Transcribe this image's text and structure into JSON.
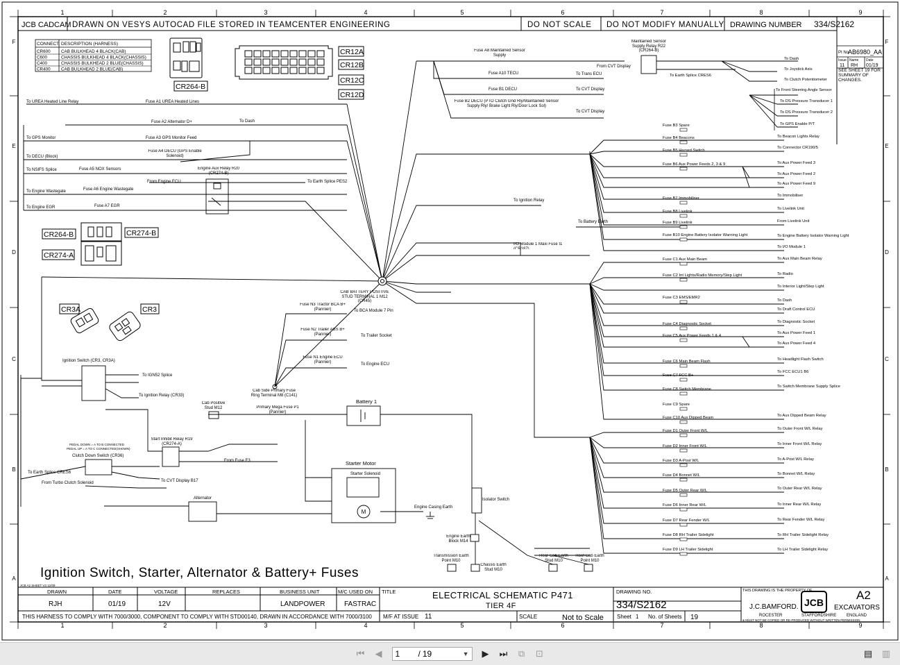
{
  "title_block": {
    "company_cad": "JCB CADCAM",
    "drawn_on": "DRAWN ON VESYS AUTOCAD FILE STORED IN TEAMCENTER ENGINEERING",
    "do_not_scale": "DO NOT SCALE",
    "do_not_modify": "DO NOT MODIFY MANUALLY",
    "drawing_number_label": "DRAWING NUMBER",
    "drawing_number": "334/S2162",
    "sheet_title": "Ignition Switch, Starter, Alternator & Battery+ Fuses",
    "footer_ref": "JCB A2 SHEET V3 12/09",
    "drawn_label": "DRAWN",
    "drawn_value": "RJH",
    "date_label": "DATE",
    "date_value": "01/19",
    "voltage_label": "VOLTAGE",
    "voltage_value": "12V",
    "replaces_label": "REPLACES",
    "business_unit_label": "BUSINESS UNIT",
    "business_unit_value": "LANDPOWER",
    "mc_used_on_label": "M/C USED ON",
    "mc_used_on_value": "FASTRAC",
    "title_label": "TITLE",
    "title_main": "ELECTRICAL SCHEMATIC P471",
    "title_sub": "TIER 4F",
    "drawing_no_label": "DRAWING NO.",
    "drawing_no_value": "334/S2162",
    "compliance": "THIS HARNESS TO COMPLY WITH 7000/3000, COMPONENT TO COMPLY WITH STD00140, DRAWN IN ACCORDANCE WITH 7000/3100",
    "mf_issue_label": "M/F AT ISSUE",
    "mf_issue_value": "11",
    "scale_label": "SCALE",
    "scale_value": "Not to Scale",
    "sheet_label": "Sheet",
    "sheet_value": "1",
    "sheets_label": "No. of Sheets",
    "sheets_value": "19",
    "property_of": "THIS DRAWING IS THE PROPERTY OF",
    "company": "J.C.BAMFORD.",
    "logo": "JCB",
    "paper_size": "A2",
    "division": "EXCAVATORS",
    "location1": "ROCESTER",
    "location2": "STAFFORDSHIRE",
    "location3": "ENGLAND",
    "copy_notice": "& MUST NOT BE COPIED OR RE-PRODUCED WITHOUT WRITTEN PERMISSION"
  },
  "revision_panel": {
    "pi_label": "PI No",
    "pi_value": "AB6980_AA",
    "issue_label": "Issue",
    "issue_value": "11",
    "name_label": "Name",
    "name_value": "RH",
    "date_label": "Date",
    "date_value": "01/19",
    "note": "SEE SHEET 19 FOR SUMMARY OF CHANGES."
  },
  "grid_columns": [
    "1",
    "2",
    "3",
    "4",
    "5",
    "6",
    "7",
    "8",
    "9"
  ],
  "grid_rows": [
    "F",
    "E",
    "D",
    "C",
    "B",
    "A"
  ],
  "connector_table": {
    "headers": [
      "CONNECT.",
      "DESCRIPTION (HARNESS)"
    ],
    "rows": [
      [
        "CR600",
        "CAB BULKHEAD 4 BLACK(CAB)"
      ],
      [
        "C600",
        "CHASSIS BULKHEAD 4 BLACK(CHASSIS)"
      ],
      [
        "C400",
        "CHASSIS BULKHEAD 2 BLUE(CHASSIS)"
      ],
      [
        "CR400",
        "CAB BULKHEAD 2 BLUE(CAB)"
      ]
    ]
  },
  "connector_labels": [
    "CR264-B",
    "CR12A",
    "CR12B",
    "CR12C",
    "CR12D",
    "CR264-B",
    "CR274-B",
    "CR274-A",
    "CR3A",
    "CR3"
  ],
  "fuses_left": [
    "Fuse A1 UREA Heated Lines",
    "Fuse A2 Alternator D+",
    "Fuse A3 GPS Monitor Feed",
    "Fuse A4 DECU (GPS Enable Solenoid)",
    "Fuse A5 NOX Sensors",
    "Fuse A6 Engine Wastegate",
    "Fuse A7 EGR"
  ],
  "destinations_left": [
    "To UREA Heated Line Relay",
    "To GPS Monitor",
    "To DECU (Block)",
    "To NSIFS Splice",
    "To Engine Wastegate",
    "To Engine EGR",
    "To Dash",
    "To Earth Splice PES2"
  ],
  "fuses_top": [
    "Fuse A8 Maintained Sensor Supply",
    "Fuse A10 TECU",
    "Fuse B1 DECU",
    "Fuse B2 DECU (PTO Clutch Gnd Rly/Maintained Sensor Supply Rly/ Brake Light Rly/Door Lock Sol)"
  ],
  "destinations_top": [
    "From CVT Display",
    "To Trans ECU",
    "To CVT Display",
    "To CVT Display"
  ],
  "relay_r22": "Maintained Sensor Supply Relay R22 (CR264-B)",
  "destinations_far_right_top": [
    "To Dash",
    "To Joystick Axis",
    "To Clutch Potentiometer",
    "To Earth Splice CRES6",
    "To Front Steering Angle Sensor",
    "To DS Pressure Transducer 1",
    "To DS Pressure Transducer 2",
    "To GPS Enable P/T"
  ],
  "fuses_right": [
    "Fuse B3 Spare",
    "Fuse B4 Beacons",
    "Fuse B5 Hazard Switch",
    "Fuse B6 Aux Power Feeds 2, 3 & 9",
    "Fuse B7 Immobiliser",
    "Fuse B8 Livelink",
    "Fuse B9 Livelink",
    "Fuse B10 Engine Battery Isolator Warning Light",
    "Fuse C1 Aux Main Beam",
    "Fuse C2 Int Lights/Radio Memory/Step Light",
    "Fuse C3 EMS/EMR2",
    "Fuse C4 Diagnostic Socket",
    "Fuse C5 Aux Power Feeds 1 & 4",
    "Fuse C6 Main Beam Flash",
    "Fuse C7 FCC B+",
    "Fuse C8 Switch Membrane",
    "Fuse C9 Spare",
    "Fuse C10 Aux Dipped Beam",
    "Fuse D1 Outer Front W/L",
    "Fuse D2 Inner Front W/L",
    "Fuse D3 A-Post W/L",
    "Fuse D4 Bonnet W/L",
    "Fuse D5 Outer Rear W/L",
    "Fuse D6 Inner Rear W/L",
    "Fuse D7 Rear Fender W/L",
    "Fuse D8 RH Trailer Sidelight",
    "Fuse D9 LH Trailer Sidelight"
  ],
  "destinations_right": [
    "To Beacon Lights Relay",
    "To Connector CR190/5",
    "To Aux Power Feed 3",
    "To Aux Power Feed 2",
    "To Aux Power Feed 9",
    "To Immobiliser",
    "To Livelink Unit",
    "From Livelink Unit",
    "To Engine Battery Isolator Warning Light",
    "To I/O Module 1",
    "To Aux Main Beam Relay",
    "To Radio",
    "To Interior Light/Step Light",
    "To Dash",
    "To Draft Control ECU",
    "To Diagnostic Socket",
    "To Aux Power Feed 1",
    "To Aux Power Feed 4",
    "To Headlight Flash Switch",
    "To FCC ECU1 B6",
    "To Switch Membrane Supply Splice",
    "To Aux Dipped Beam Relay",
    "To Outer Front W/L Relay",
    "To Inner Front W/L Relay",
    "To A-Post W/L Relay",
    "To Bonnet W/L Relay",
    "To Outer Rear W/L Relay",
    "To Inner Rear W/L Relay",
    "To Rear Fender W/L Relay",
    "To RH Trailer Sidelight Relay",
    "To LH Trailer Sidelight Relay"
  ],
  "center_items": {
    "cab_battery": "CAB BATTERY POSITIVE STUD TERMINAL 1 M12 (CR45)",
    "to_ignition_relay": "To Ignition Relay",
    "io_module": "I/O Module 1 Maxi Fuse I1 (CR187)",
    "to_battery_earth": "To Battery Earth",
    "engine_aux_relay": "Engine Aux Relay R20 (CR274-B)",
    "from_engine_ecu": "From Engine ECU",
    "fuse_n3": "Fuse N3 Tractor BCA B+ (Pannier)",
    "to_bca": "To BCA Module 7 Pin",
    "fuse_n2": "Fuse N2 Trailer ABS B+ (Pannier)",
    "to_trailer": "To Trailer Socket",
    "fuse_n1": "Fuse N1 Engine ECU (Pannier)",
    "to_engine_ecu": "To Engine ECU",
    "cab_side_primary": "Cab Side Primary Fuse Ring Terminal M8 (C141)",
    "ignition_switch": "Ignition Switch (CR3, CR3A)",
    "to_ign52": "To IGN52 Splice",
    "to_ign_relay": "To Ignition Relay (CR33)",
    "cab_positive": "Cab Positive Stud M12",
    "mega_fuse": "Primary Mega Fuse P1 (Pannier)",
    "battery": "Battery 1",
    "start_inhibit": "Start Inhibit Relay R19 (CR274-A)",
    "pedal_note1": "PEDAL DOWN = A TO B CONNECTED",
    "pedal_note2": "PEDAL UP = A TO C CONNECTED(SHOWN)",
    "clutch_down": "Clutch Down Switch (CR36)",
    "to_earth_splice": "To Earth Splice CRES6",
    "from_turbo": "From Turbo Clutch Solenoid",
    "from_fuse_f3": "From Fuse F3",
    "to_cvt_b17": "To CVT Display B17",
    "starter_motor": "Starter Motor",
    "starter_solenoid": "Starter Solenoid",
    "engine_casing_earth": "Engine Casing Earth",
    "alternator": "Alternator",
    "isolator_switch": "Isolator Switch",
    "engine_earth": "Engine Earth Block M14",
    "transmission_earth": "Transmission Earth Point M10",
    "chassis_earth": "Chassis Earth Stud M10",
    "rear_cab_earth": "Rear Cab Earth Stud M10",
    "roof_cab_earth": "Roof Cab Earth Point M10"
  },
  "viewer": {
    "current_page": "1",
    "separator": "/",
    "total_pages": "19"
  }
}
